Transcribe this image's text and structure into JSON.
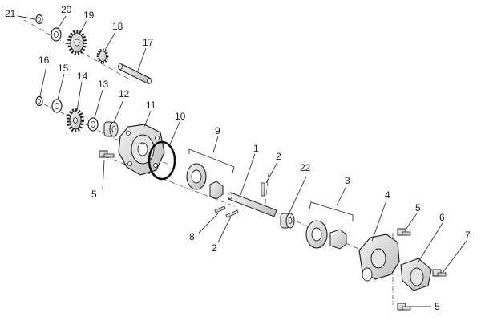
{
  "diagram": {
    "callouts": [
      "21",
      "20",
      "19",
      "18",
      "17",
      "16",
      "15",
      "14",
      "13",
      "12",
      "11",
      "10",
      "9",
      "1",
      "2",
      "22",
      "3",
      "4",
      "5",
      "5",
      "5",
      "6",
      "7",
      "8",
      "2"
    ]
  }
}
